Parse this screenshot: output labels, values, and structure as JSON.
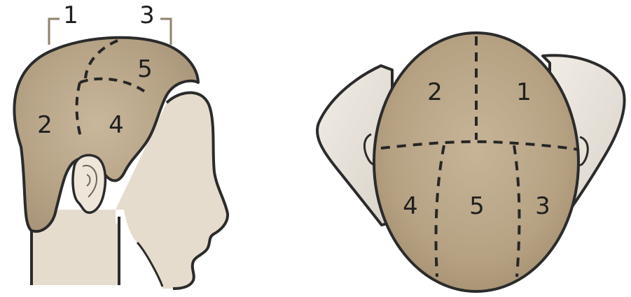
{
  "side_view": {
    "labels": {
      "top_left": "1",
      "top_right": "3",
      "zone_2": "2",
      "zone_4": "4",
      "zone_5": "5"
    }
  },
  "top_view": {
    "labels": {
      "zone_1": "1",
      "zone_2": "2",
      "zone_3": "3",
      "zone_4": "4",
      "zone_5": "5"
    }
  },
  "colors": {
    "outline": "#2b2b2b",
    "hair": "#b9a68b",
    "hair_dark": "#a9967c",
    "skin": "#e6dccd",
    "ear_skin": "#efe6da",
    "ear_shadow": "#d8d1c8",
    "bracket": "#8f826d"
  }
}
